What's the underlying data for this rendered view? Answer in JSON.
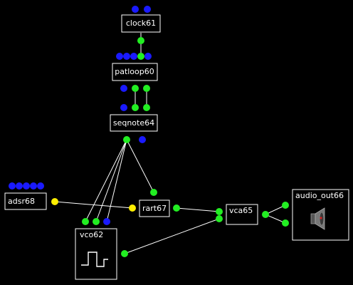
{
  "patch": {
    "background": "#000000",
    "colors": {
      "port_blue": "#1a1aff",
      "port_green": "#22ee22",
      "port_yellow": "#ffee00",
      "wire": "#ffffff",
      "node_border": "#ffffff"
    },
    "modules": [
      {
        "id": "clock61",
        "label": "clock61",
        "icon": null
      },
      {
        "id": "patloop60",
        "label": "patloop60",
        "icon": null
      },
      {
        "id": "seqnote64",
        "label": "seqnote64",
        "icon": null
      },
      {
        "id": "adsr68",
        "label": "adsr68",
        "icon": null
      },
      {
        "id": "rart67",
        "label": "rart67",
        "icon": null
      },
      {
        "id": "vca65",
        "label": "vca65",
        "icon": null
      },
      {
        "id": "audio_out66",
        "label": "audio_out66",
        "icon": "speaker-icon"
      },
      {
        "id": "vco62",
        "label": "vco62",
        "icon": "square-wave-icon"
      }
    ]
  }
}
